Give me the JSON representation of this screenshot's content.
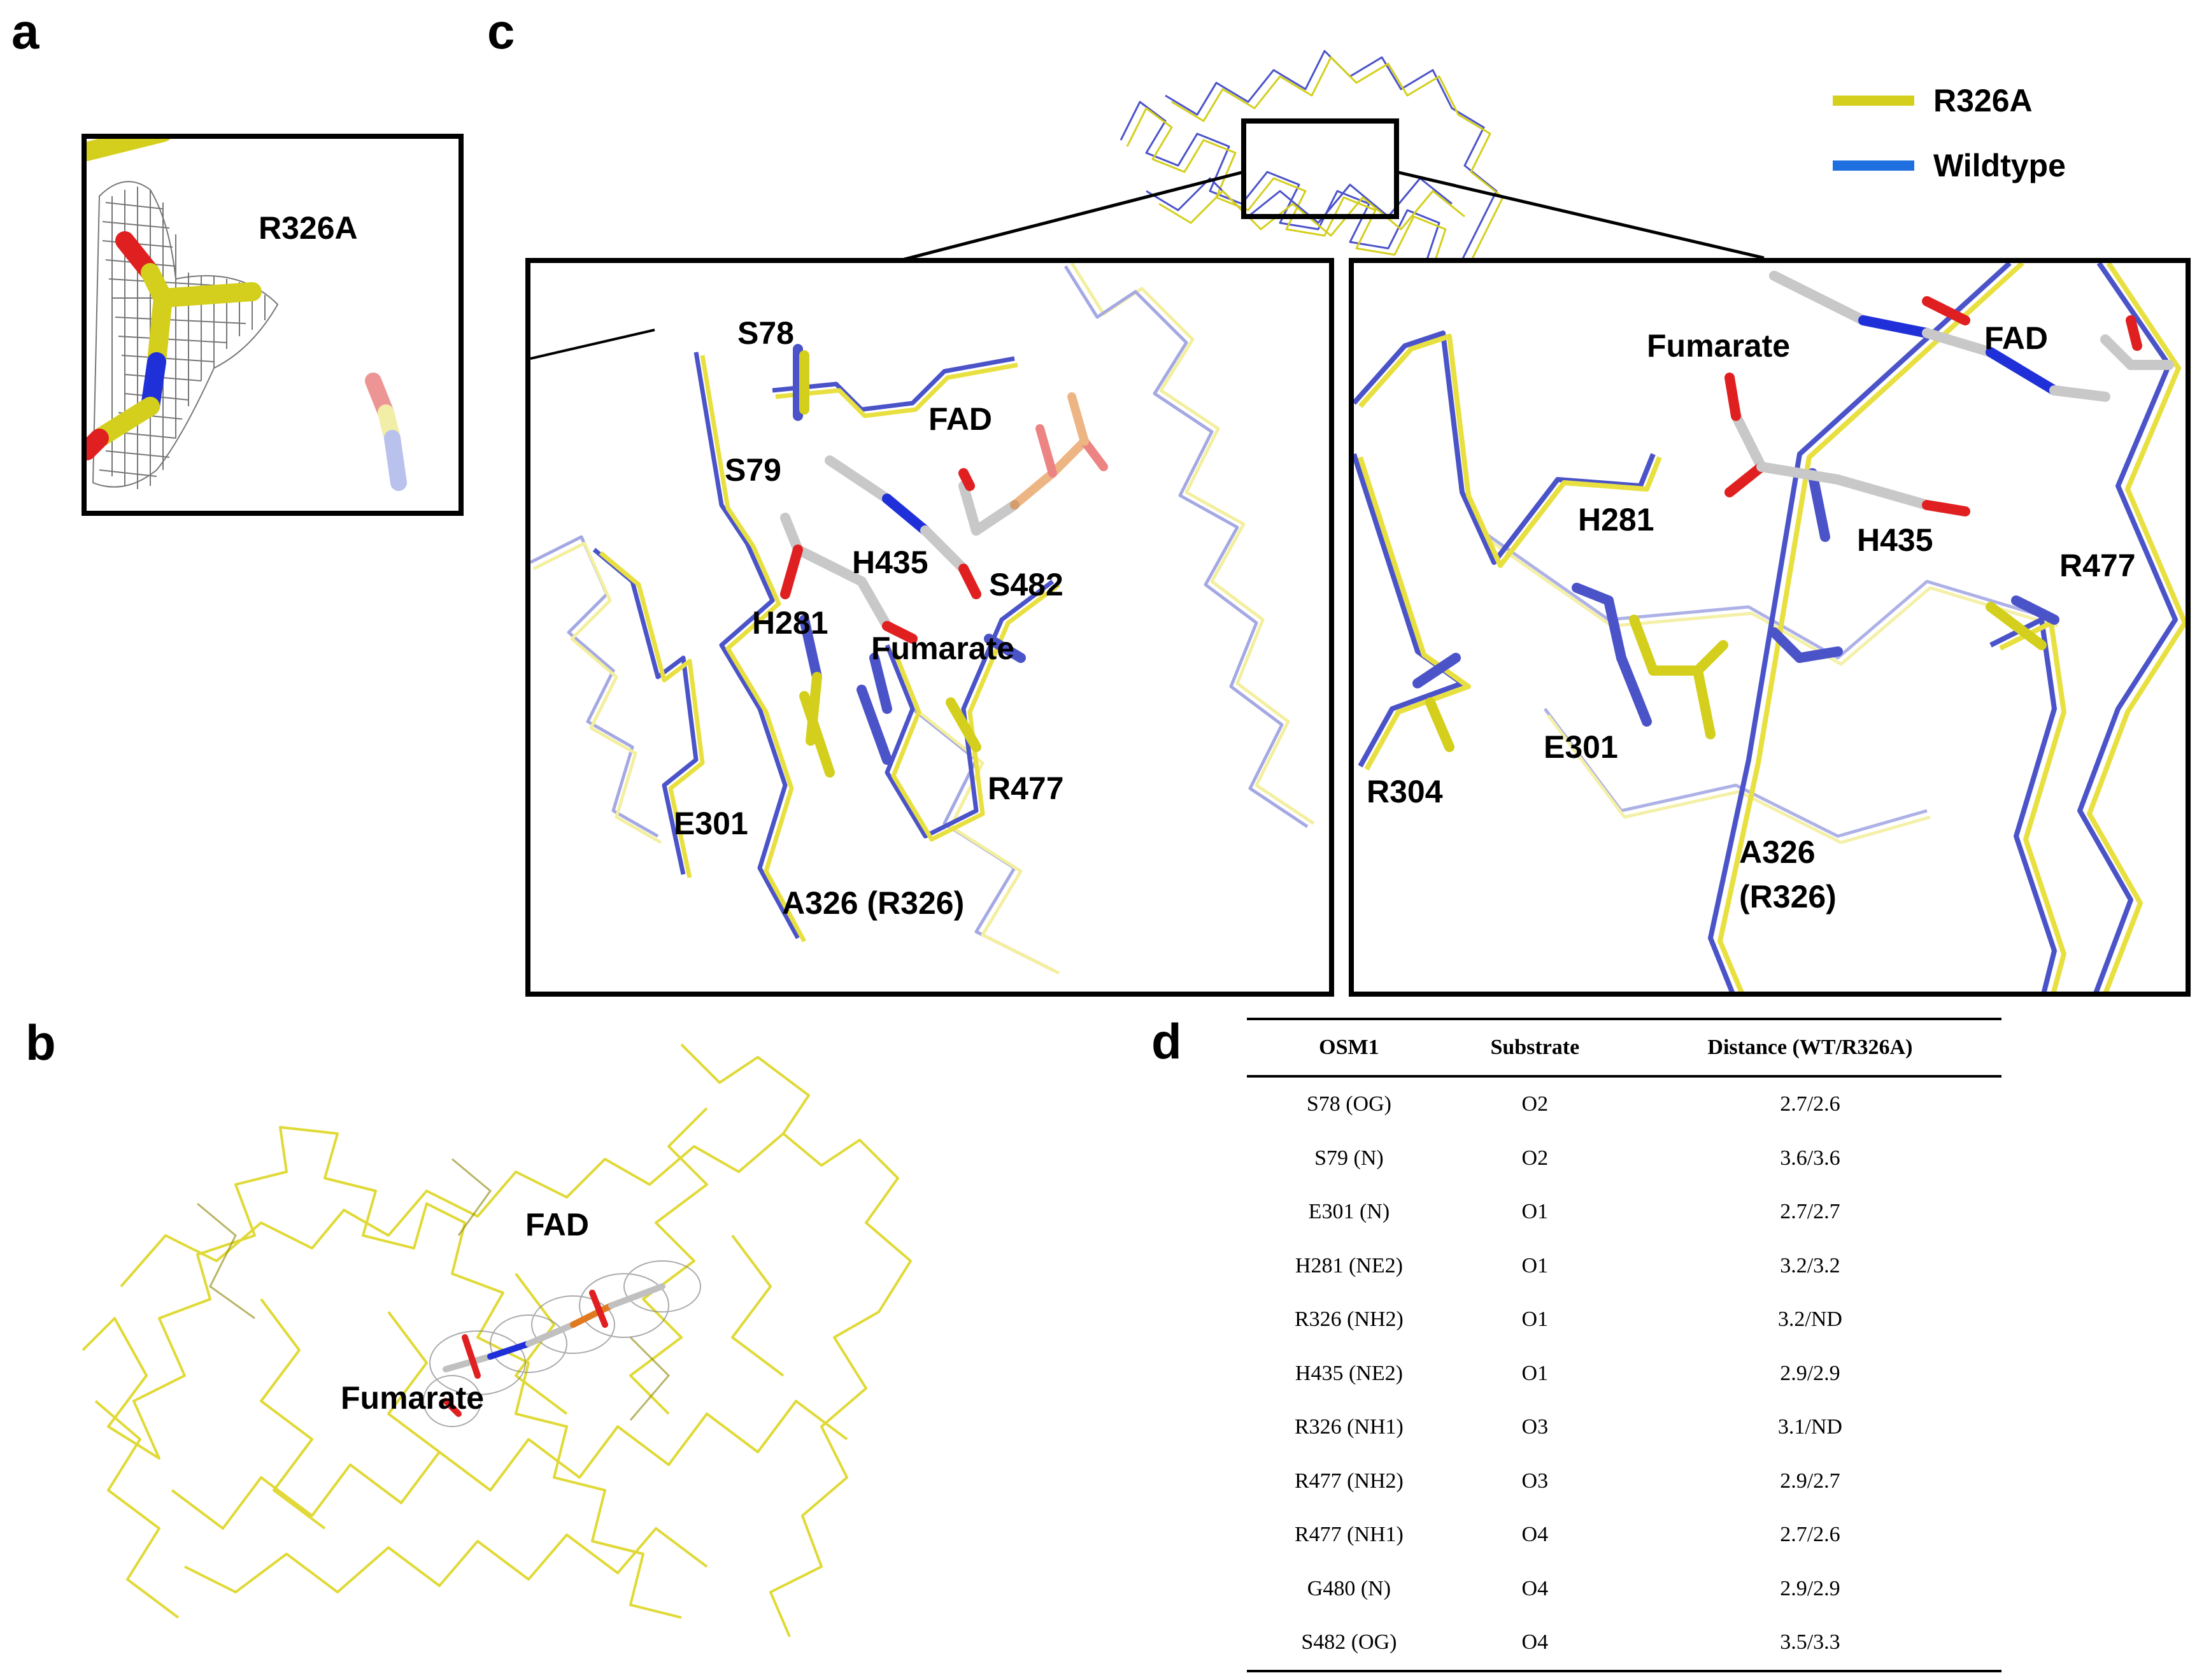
{
  "panels": {
    "a": {
      "letter": "a",
      "mutation_label": "R326A"
    },
    "b": {
      "letter": "b",
      "labels": {
        "fad": "FAD",
        "fumarate": "Fumarate"
      }
    },
    "c": {
      "letter": "c",
      "legend": [
        {
          "label": "R326A",
          "color": "#d4cf1c"
        },
        {
          "label": "Wildtype",
          "color": "#1f6fe0"
        }
      ],
      "left_inset_labels": {
        "s78": "S78",
        "fad": "FAD",
        "s79": "S79",
        "h435": "H435",
        "s482": "S482",
        "h281": "H281",
        "fumarate": "Fumarate",
        "r477": "R477",
        "e301": "E301",
        "a326": "A326 (R326)"
      },
      "right_inset_labels": {
        "fumarate": "Fumarate",
        "fad": "FAD",
        "h281": "H281",
        "h435": "H435",
        "r477": "R477",
        "e301": "E301",
        "r304": "R304",
        "a326_line1": "A326",
        "a326_line2": "(R326)"
      }
    },
    "d": {
      "letter": "d",
      "table": {
        "headers": [
          "OSM1",
          "Substrate",
          "Distance (WT/R326A)"
        ],
        "rows": [
          [
            "S78 (OG)",
            "O2",
            "2.7/2.6"
          ],
          [
            "S79 (N)",
            "O2",
            "3.6/3.6"
          ],
          [
            "E301 (N)",
            "O1",
            "2.7/2.7"
          ],
          [
            "H281 (NE2)",
            "O1",
            "3.2/3.2"
          ],
          [
            "R326 (NH2)",
            "O1",
            "3.2/ND"
          ],
          [
            "H435 (NE2)",
            "O1",
            "2.9/2.9"
          ],
          [
            "R326 (NH1)",
            "O3",
            "3.1/ND"
          ],
          [
            "R477 (NH2)",
            "O3",
            "2.9/2.7"
          ],
          [
            "R477 (NH1)",
            "O4",
            "2.7/2.6"
          ],
          [
            "G480 (N)",
            "O4",
            "2.9/2.9"
          ],
          [
            "S482 (OG)",
            "O4",
            "3.5/3.3"
          ]
        ]
      }
    }
  },
  "colors": {
    "mutant": "#d4cf1c",
    "wildtype": "#4b53c9",
    "oxygen": "#e02020",
    "nitrogen": "#2030d8",
    "carbon_ligand": "#c8c8c8",
    "phosphorus": "#e07a20"
  }
}
